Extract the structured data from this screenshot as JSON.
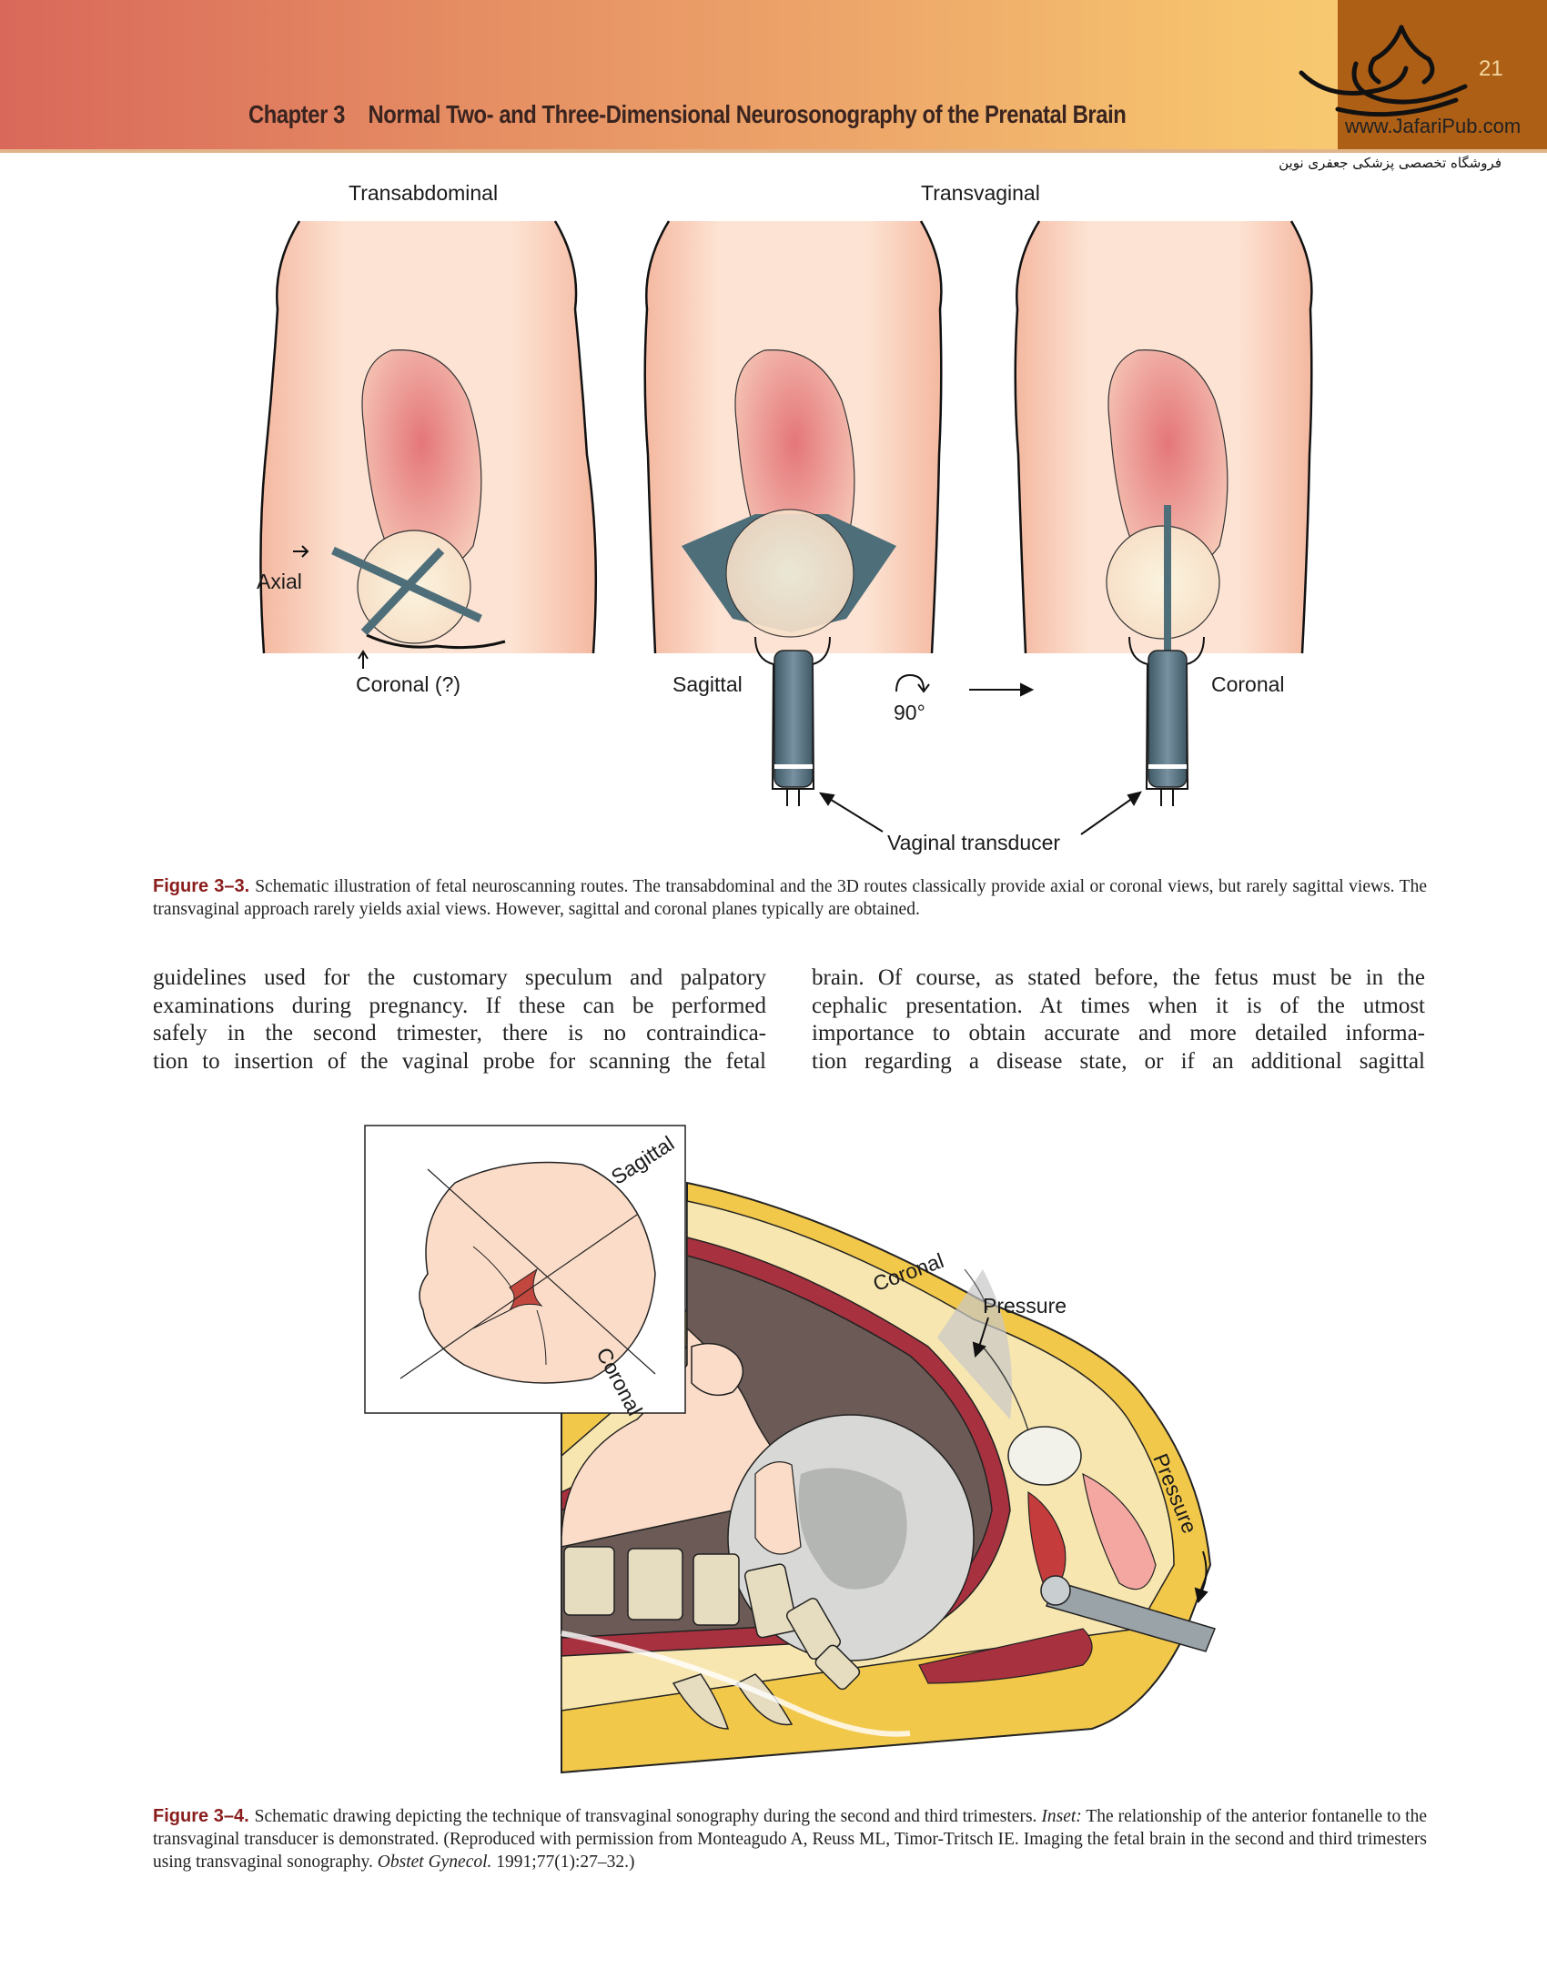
{
  "header": {
    "chapter_label": "Chapter 3",
    "chapter_title": "Normal Two- and Three-Dimensional Neurosonography of the Prenatal Brain",
    "page_number": "21",
    "watermark_url": "www.JafariPub.com",
    "watermark_persian": "فروشگاه تخصصی پزشکی جعفری نوین",
    "colors": {
      "band_start": "#d9685a",
      "band_end": "#fbd574",
      "page_block": "#ae5f16"
    }
  },
  "figure_3_3": {
    "labels": {
      "transabdominal": "Transabdominal",
      "transvaginal": "Transvaginal",
      "axial": "Axial",
      "coronal_q": "Coronal (?)",
      "sagittal": "Sagittal",
      "rotation": "90°",
      "coronal": "Coronal",
      "vaginal_transducer": "Vaginal transducer"
    },
    "caption_label": "Figure 3–3.",
    "caption_text": "Schematic illustration of fetal neuroscanning routes. The transabdominal and the 3D routes classically provide axial or coronal views, but rarely sagittal views. The transvaginal approach rarely yields axial views. However, sagittal and coronal planes typically are obtained."
  },
  "body_text": {
    "left_lines": [
      "guidelines used for the customary speculum and palpatory",
      "examinations during pregnancy. If these can be performed",
      "safely in the second trimester, there is no contraindica-",
      "tion to insertion of the vaginal probe for scanning the fetal"
    ],
    "right_lines": [
      "brain. Of course, as stated before, the fetus must be in the",
      "cephalic presentation. At times when it is of the utmost",
      "importance to obtain accurate and more detailed informa-",
      "tion regarding a disease state, or if an additional sagittal"
    ]
  },
  "figure_3_4": {
    "labels": {
      "inset_sagittal": "Sagittal",
      "inset_coronal": "Coronal",
      "coronal": "Coronal",
      "pressure_top": "Pressure",
      "pressure_side": "Pressure"
    },
    "caption_label": "Figure 3–4.",
    "caption_text_1": "Schematic drawing depicting the technique of transvaginal sonography during the second and third trimesters.",
    "caption_inset": "Inset:",
    "caption_text_2": "The relationship of the anterior fontanelle to the transvaginal transducer is demonstrated. (Reproduced with permission from Monteagudo A, Reuss ML, Timor-Tritsch IE. Imaging the fetal brain in the second and third trimesters using transvaginal sonography.",
    "caption_journal": "Obstet Gynecol.",
    "caption_citation": "1991;77(1):27–32.)"
  }
}
